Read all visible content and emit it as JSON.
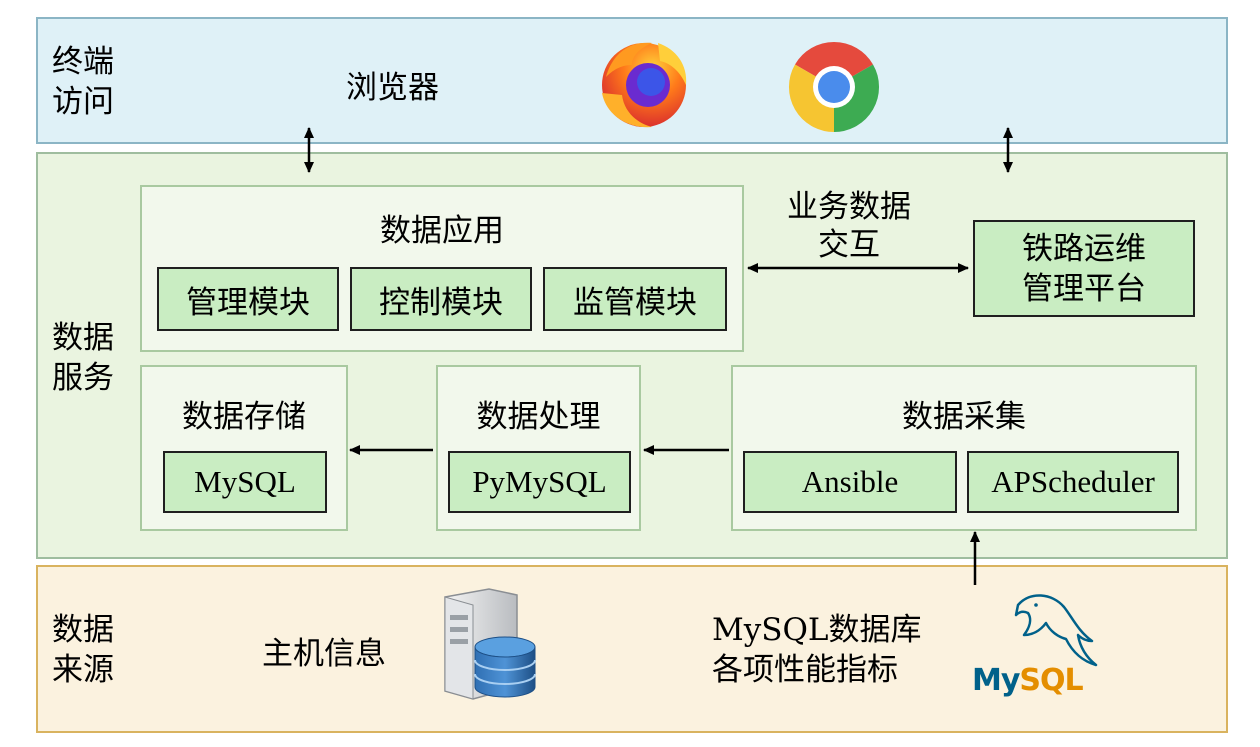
{
  "layers": {
    "top": {
      "label_line1": "终端",
      "label_line2": "访问",
      "browser": "浏览器",
      "icons": [
        "firefox-icon",
        "chrome-icon"
      ]
    },
    "middle": {
      "label_line1": "数据",
      "label_line2": "服务"
    },
    "bottom": {
      "label_line1": "数据",
      "label_line2": "来源"
    }
  },
  "data_app": {
    "title": "数据应用",
    "modules": [
      "管理模块",
      "控制模块",
      "监管模块"
    ]
  },
  "exchange": {
    "line1": "业务数据",
    "line2": "交互"
  },
  "rail_platform": {
    "line1": "铁路运维",
    "line2": "管理平台"
  },
  "storage": {
    "title": "数据存储",
    "item": "MySQL"
  },
  "processing": {
    "title": "数据处理",
    "item": "PyMySQL"
  },
  "collection": {
    "title": "数据采集",
    "items": [
      "Ansible",
      "APScheduler"
    ]
  },
  "sources": {
    "host_info": "主机信息",
    "mysql_line1": "MySQL数据库",
    "mysql_line2": "各项性能指标",
    "mysql_logo_text": "MySQL",
    "icons": [
      "server-database-icon",
      "mysql-dolphin-logo"
    ]
  },
  "colors": {
    "top_layer": "#dff1f7",
    "middle_layer": "#eaf4e0",
    "bottom_layer": "#fbf2df",
    "module_fill": "#c9edc2",
    "mysql_blue": "#00618a",
    "mysql_orange": "#e48e00"
  }
}
